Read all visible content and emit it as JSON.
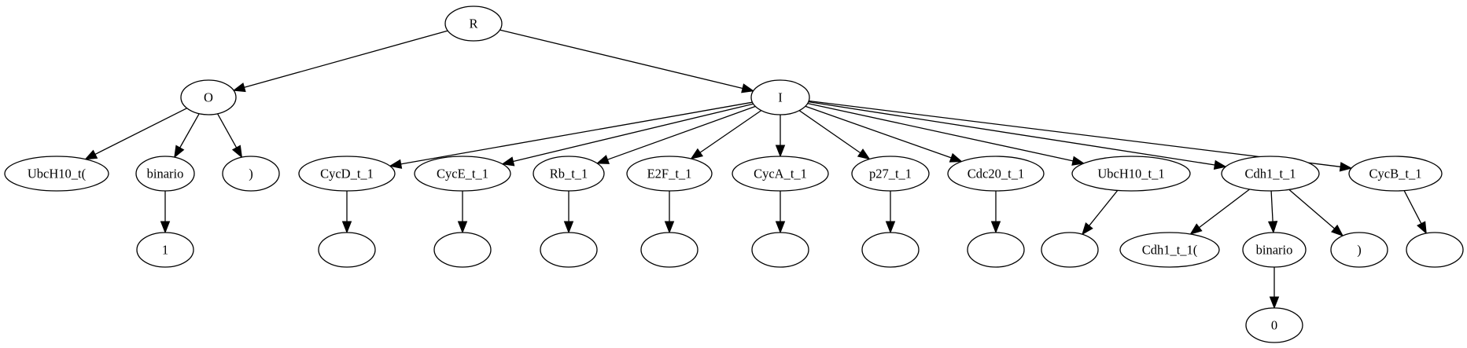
{
  "nodes": [
    {
      "id": "R",
      "label": "R"
    },
    {
      "id": "O",
      "label": "O"
    },
    {
      "id": "I",
      "label": "I"
    },
    {
      "id": "o1",
      "label": "UbcH10_t("
    },
    {
      "id": "o2",
      "label": "binario"
    },
    {
      "id": "o3",
      "label": ")"
    },
    {
      "id": "o2c",
      "label": "1"
    },
    {
      "id": "cycd",
      "label": "CycD_t_1"
    },
    {
      "id": "cyce",
      "label": "CycE_t_1"
    },
    {
      "id": "rb",
      "label": "Rb_t_1"
    },
    {
      "id": "e2f",
      "label": "E2F_t_1"
    },
    {
      "id": "cyca",
      "label": "CycA_t_1"
    },
    {
      "id": "p27",
      "label": "p27_t_1"
    },
    {
      "id": "cdc20",
      "label": "Cdc20_t_1"
    },
    {
      "id": "ubch10",
      "label": "UbcH10_t_1"
    },
    {
      "id": "cdh1",
      "label": "Cdh1_t_1"
    },
    {
      "id": "cycb",
      "label": "CycB_t_1"
    },
    {
      "id": "cycd_c",
      "label": ""
    },
    {
      "id": "cyce_c",
      "label": ""
    },
    {
      "id": "rb_c",
      "label": ""
    },
    {
      "id": "e2f_c",
      "label": ""
    },
    {
      "id": "cyca_c",
      "label": ""
    },
    {
      "id": "p27_c",
      "label": ""
    },
    {
      "id": "cdc20_c",
      "label": ""
    },
    {
      "id": "ubch10_c",
      "label": ""
    },
    {
      "id": "cdh1_a",
      "label": "Cdh1_t_1("
    },
    {
      "id": "cdh1_b",
      "label": "binario"
    },
    {
      "id": "cdh1_p",
      "label": ")"
    },
    {
      "id": "cdh1_b0",
      "label": "0"
    },
    {
      "id": "cycb_c",
      "label": ""
    }
  ],
  "edges": [
    [
      "R",
      "O"
    ],
    [
      "R",
      "I"
    ],
    [
      "O",
      "o1"
    ],
    [
      "O",
      "o2"
    ],
    [
      "O",
      "o3"
    ],
    [
      "o2",
      "o2c"
    ],
    [
      "I",
      "cycd"
    ],
    [
      "I",
      "cyce"
    ],
    [
      "I",
      "rb"
    ],
    [
      "I",
      "e2f"
    ],
    [
      "I",
      "cyca"
    ],
    [
      "I",
      "p27"
    ],
    [
      "I",
      "cdc20"
    ],
    [
      "I",
      "ubch10"
    ],
    [
      "I",
      "cdh1"
    ],
    [
      "I",
      "cycb"
    ],
    [
      "cycd",
      "cycd_c"
    ],
    [
      "cyce",
      "cyce_c"
    ],
    [
      "rb",
      "rb_c"
    ],
    [
      "e2f",
      "e2f_c"
    ],
    [
      "cyca",
      "cyca_c"
    ],
    [
      "p27",
      "p27_c"
    ],
    [
      "cdc20",
      "cdc20_c"
    ],
    [
      "ubch10",
      "ubch10_c"
    ],
    [
      "cdh1",
      "cdh1_a"
    ],
    [
      "cdh1",
      "cdh1_b"
    ],
    [
      "cdh1",
      "cdh1_p"
    ],
    [
      "cdh1_b",
      "cdh1_b0"
    ],
    [
      "cycb",
      "cycb_c"
    ]
  ]
}
